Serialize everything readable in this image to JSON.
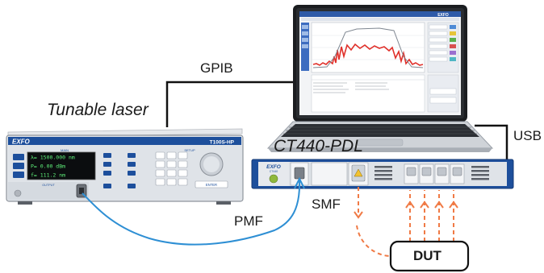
{
  "labels": {
    "tunable_laser": "Tunable laser",
    "ct440": "CT440-PDL",
    "gpib": "GPIB",
    "usb": "USB",
    "pmf": "PMF",
    "smf": "SMF",
    "dut": "DUT"
  },
  "laser": {
    "brand": "EXFO",
    "model": "T100S-HP",
    "display_lines": [
      "λ= 1500.000 nm",
      "P= 0.00 dBm",
      "f= 111.2 nm"
    ],
    "section_labels": [
      "MAIN",
      "SETUP",
      "OUTPUT"
    ],
    "enter_label": "ENTER"
  },
  "ct440_unit": {
    "brand": "EXFO",
    "sub": "CT440"
  },
  "laptop": {
    "software_brand": "EXFO"
  },
  "colors": {
    "pmf_cable": "#2e8fd4",
    "smf_cable": "#f07a45",
    "device_blue": "#1d4f9c",
    "device_gray": "#dfe3e8"
  }
}
